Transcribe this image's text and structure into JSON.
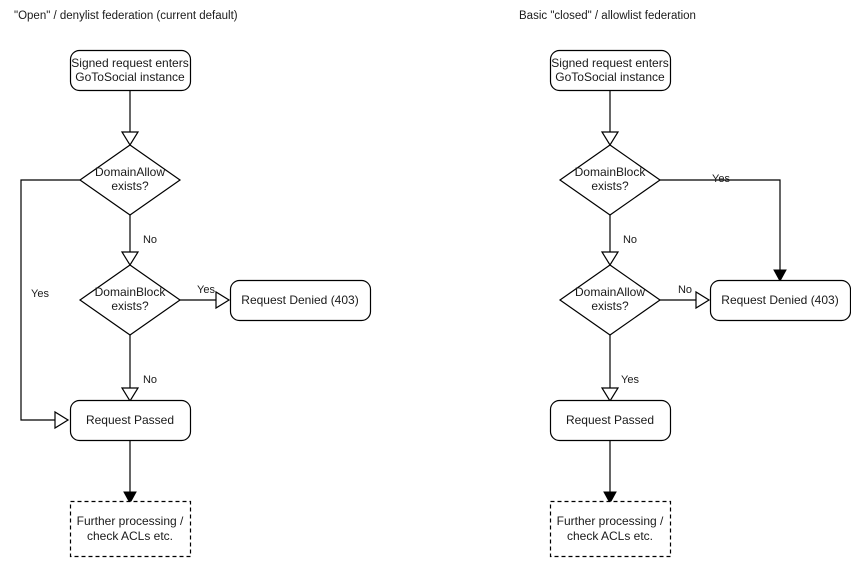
{
  "page": {
    "background_color": "#ffffff",
    "stroke_color": "#000000",
    "text_color": "#1a1a1a"
  },
  "diagrams": [
    {
      "id": "open-denylist",
      "title": "\"Open\" / denylist federation (current default)",
      "nodes": {
        "entry": "Signed request enters\nGoToSocial instance",
        "entry_line1": "Signed request enters",
        "entry_line2": "GoToSocial instance",
        "decision1": "DomainAllow\nexists?",
        "decision1_line1": "DomainAllow",
        "decision1_line2": "exists?",
        "decision2": "DomainBlock\nexists?",
        "decision2_line1": "DomainBlock",
        "decision2_line2": "exists?",
        "denied": "Request Denied (403)",
        "passed": "Request Passed",
        "further": "Further processing /\ncheck ACLs etc.",
        "further_line1": "Further processing /",
        "further_line2": "check ACLs etc."
      },
      "edge_labels": {
        "allow_yes": "Yes",
        "allow_no": "No",
        "block_yes": "Yes",
        "block_no": "No"
      }
    },
    {
      "id": "closed-allowlist",
      "title": "Basic \"closed\" / allowlist federation",
      "nodes": {
        "entry": "Signed request enters\nGoToSocial instance",
        "entry_line1": "Signed request enters",
        "entry_line2": "GoToSocial instance",
        "decision1": "DomainBlock\nexists?",
        "decision1_line1": "DomainBlock",
        "decision1_line2": "exists?",
        "decision2": "DomainAllow\nexists?",
        "decision2_line1": "DomainAllow",
        "decision2_line2": "exists?",
        "denied": "Request Denied (403)",
        "passed": "Request Passed",
        "further": "Further processing /\ncheck ACLs etc.",
        "further_line1": "Further processing /",
        "further_line2": "check ACLs etc."
      },
      "edge_labels": {
        "block_yes": "Yes",
        "block_no": "No",
        "allow_no": "No",
        "allow_yes": "Yes"
      }
    }
  ]
}
